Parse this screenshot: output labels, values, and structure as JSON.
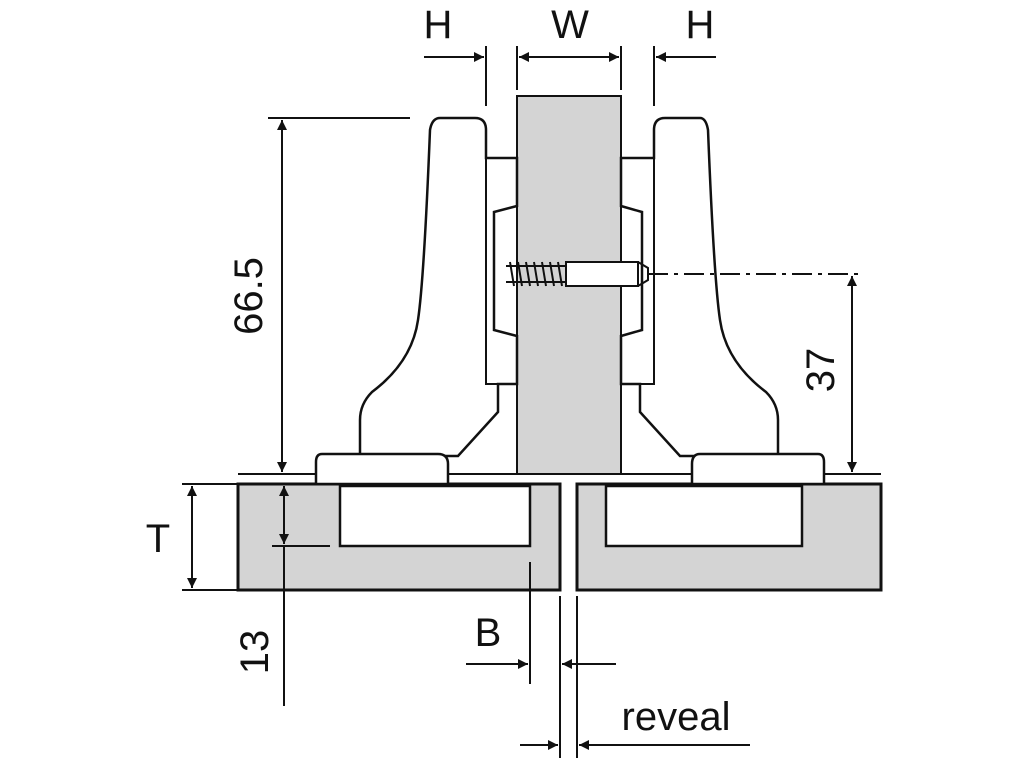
{
  "labels": {
    "h_left": "H",
    "w": "W",
    "h_right": "H",
    "dim_66_5": "66.5",
    "dim_37": "37",
    "t": "T",
    "dim_13": "13",
    "b": "B",
    "reveal": "reveal"
  },
  "colors": {
    "panel_fill": "#d4d4d4",
    "line": "#111111",
    "background": "#ffffff"
  }
}
